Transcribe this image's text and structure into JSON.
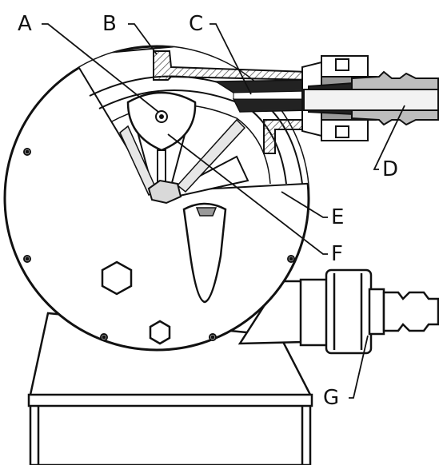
{
  "labels": {
    "a": "A",
    "b": "B",
    "c": "C",
    "d": "D",
    "e": "E",
    "f": "F",
    "g": "G"
  },
  "colors": {
    "stroke": "#111111",
    "background": "#ffffff",
    "hatch": "#555555",
    "dark_fill": "#222222",
    "mid_fill": "#9a9a9a",
    "light_fill": "#d9d9d9"
  }
}
